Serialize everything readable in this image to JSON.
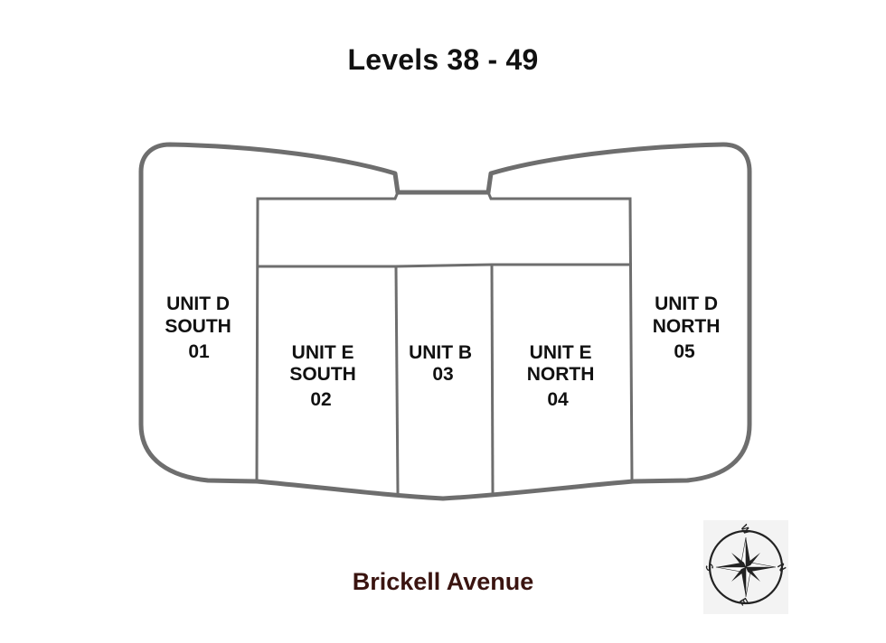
{
  "title": "Levels 38 - 49",
  "street": {
    "name": "Brickell Avenue",
    "color": "#3a1410"
  },
  "units": [
    {
      "id": "unit-d-south",
      "lines": [
        "UNIT D",
        "SOUTH",
        "01"
      ]
    },
    {
      "id": "unit-e-south",
      "lines": [
        "UNIT E",
        "SOUTH",
        "02"
      ]
    },
    {
      "id": "unit-b",
      "lines": [
        "UNIT B",
        "03"
      ]
    },
    {
      "id": "unit-e-north",
      "lines": [
        "UNIT E",
        "NORTH",
        "04"
      ]
    },
    {
      "id": "unit-d-north",
      "lines": [
        "UNIT D",
        "NORTH",
        "05"
      ]
    }
  ],
  "compass": {
    "icon": "compass-rose-icon",
    "letters": {
      "north": "N",
      "south": "S",
      "east": "E",
      "west": "W"
    }
  },
  "colors": {
    "wall": "#6e6e6e",
    "text": "#111111"
  }
}
